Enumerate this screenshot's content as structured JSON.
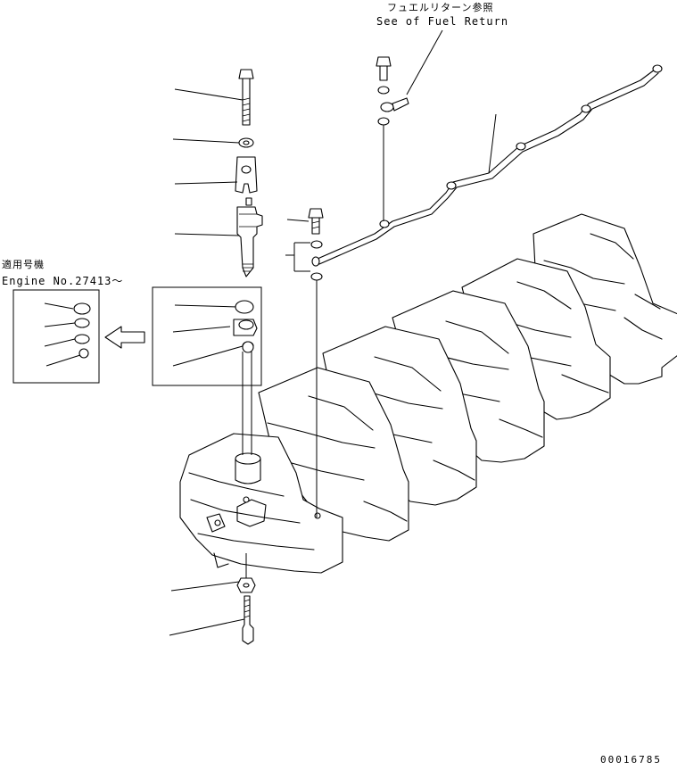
{
  "callout_fuel_return": {
    "line1": "フュエルリターン参照",
    "line2": "See of Fuel Return"
  },
  "inset_box": {
    "label_line1": "適用号機",
    "label_line2": "Engine No.27413～"
  },
  "drawing_number": "00016785"
}
